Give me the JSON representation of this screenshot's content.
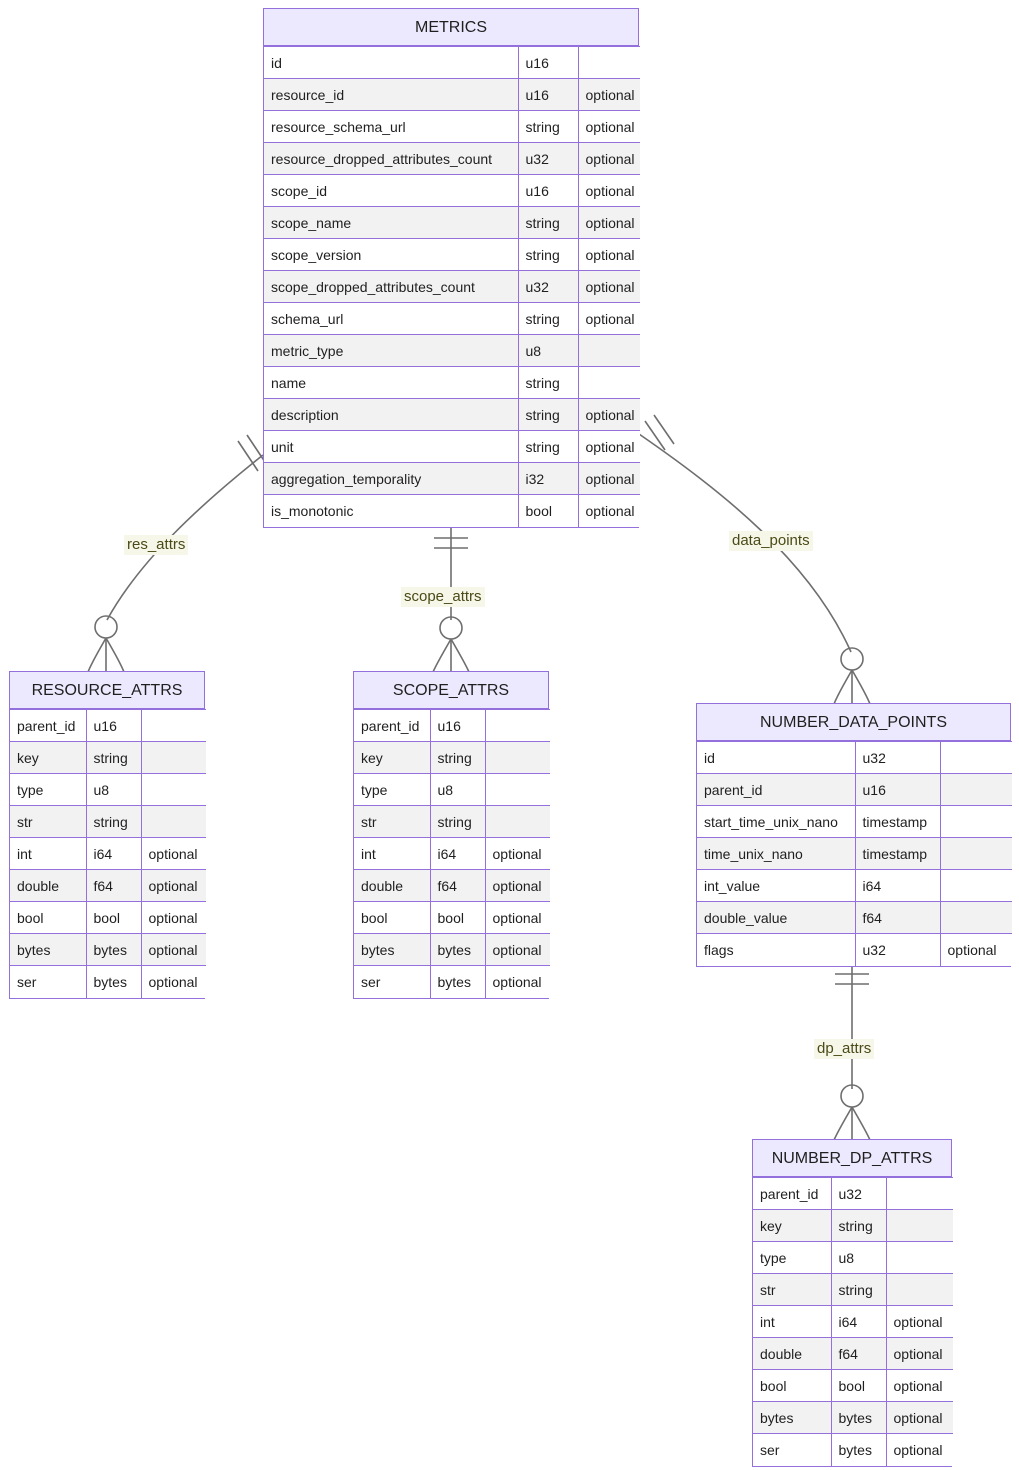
{
  "diagram": {
    "type": "entity-relationship-diagram",
    "notation": "crow's-foot",
    "colors": {
      "entity_border": "#9370DB",
      "entity_header_fill": "#ECE8FD",
      "row_alt_fill": "#F2F2F2",
      "row_fill": "#FFFFFF",
      "link_stroke": "#6E6E6E",
      "label_text": "#4A4A18",
      "label_fill": "#F7F7E9"
    }
  },
  "entities": [
    {
      "id": "metrics",
      "name": "METRICS",
      "columns": [
        {
          "name": "id",
          "type": "u16",
          "key": ""
        },
        {
          "name": "resource_id",
          "type": "u16",
          "key": "optional"
        },
        {
          "name": "resource_schema_url",
          "type": "string",
          "key": "optional"
        },
        {
          "name": "resource_dropped_attributes_count",
          "type": "u32",
          "key": "optional"
        },
        {
          "name": "scope_id",
          "type": "u16",
          "key": "optional"
        },
        {
          "name": "scope_name",
          "type": "string",
          "key": "optional"
        },
        {
          "name": "scope_version",
          "type": "string",
          "key": "optional"
        },
        {
          "name": "scope_dropped_attributes_count",
          "type": "u32",
          "key": "optional"
        },
        {
          "name": "schema_url",
          "type": "string",
          "key": "optional"
        },
        {
          "name": "metric_type",
          "type": "u8",
          "key": ""
        },
        {
          "name": "name",
          "type": "string",
          "key": ""
        },
        {
          "name": "description",
          "type": "string",
          "key": "optional"
        },
        {
          "name": "unit",
          "type": "string",
          "key": "optional"
        },
        {
          "name": "aggregation_temporality",
          "type": "i32",
          "key": "optional"
        },
        {
          "name": "is_monotonic",
          "type": "bool",
          "key": "optional"
        }
      ]
    },
    {
      "id": "resource_attrs",
      "name": "RESOURCE_ATTRS",
      "columns": [
        {
          "name": "parent_id",
          "type": "u16",
          "key": ""
        },
        {
          "name": "key",
          "type": "string",
          "key": ""
        },
        {
          "name": "type",
          "type": "u8",
          "key": ""
        },
        {
          "name": "str",
          "type": "string",
          "key": ""
        },
        {
          "name": "int",
          "type": "i64",
          "key": "optional"
        },
        {
          "name": "double",
          "type": "f64",
          "key": "optional"
        },
        {
          "name": "bool",
          "type": "bool",
          "key": "optional"
        },
        {
          "name": "bytes",
          "type": "bytes",
          "key": "optional"
        },
        {
          "name": "ser",
          "type": "bytes",
          "key": "optional"
        }
      ]
    },
    {
      "id": "scope_attrs",
      "name": "SCOPE_ATTRS",
      "columns": [
        {
          "name": "parent_id",
          "type": "u16",
          "key": ""
        },
        {
          "name": "key",
          "type": "string",
          "key": ""
        },
        {
          "name": "type",
          "type": "u8",
          "key": ""
        },
        {
          "name": "str",
          "type": "string",
          "key": ""
        },
        {
          "name": "int",
          "type": "i64",
          "key": "optional"
        },
        {
          "name": "double",
          "type": "f64",
          "key": "optional"
        },
        {
          "name": "bool",
          "type": "bool",
          "key": "optional"
        },
        {
          "name": "bytes",
          "type": "bytes",
          "key": "optional"
        },
        {
          "name": "ser",
          "type": "bytes",
          "key": "optional"
        }
      ]
    },
    {
      "id": "number_data_points",
      "name": "NUMBER_DATA_POINTS",
      "columns": [
        {
          "name": "id",
          "type": "u32",
          "key": ""
        },
        {
          "name": "parent_id",
          "type": "u16",
          "key": ""
        },
        {
          "name": "start_time_unix_nano",
          "type": "timestamp",
          "key": ""
        },
        {
          "name": "time_unix_nano",
          "type": "timestamp",
          "key": ""
        },
        {
          "name": "int_value",
          "type": "i64",
          "key": ""
        },
        {
          "name": "double_value",
          "type": "f64",
          "key": ""
        },
        {
          "name": "flags",
          "type": "u32",
          "key": "optional"
        }
      ]
    },
    {
      "id": "number_dp_attrs",
      "name": "NUMBER_DP_ATTRS",
      "columns": [
        {
          "name": "parent_id",
          "type": "u32",
          "key": ""
        },
        {
          "name": "key",
          "type": "string",
          "key": ""
        },
        {
          "name": "type",
          "type": "u8",
          "key": ""
        },
        {
          "name": "str",
          "type": "string",
          "key": ""
        },
        {
          "name": "int",
          "type": "i64",
          "key": "optional"
        },
        {
          "name": "double",
          "type": "f64",
          "key": "optional"
        },
        {
          "name": "bool",
          "type": "bool",
          "key": "optional"
        },
        {
          "name": "bytes",
          "type": "bytes",
          "key": "optional"
        },
        {
          "name": "ser",
          "type": "bytes",
          "key": "optional"
        }
      ]
    }
  ],
  "relationships": [
    {
      "id": "res_attrs",
      "label": "res_attrs",
      "from": "METRICS",
      "to": "RESOURCE_ATTRS",
      "from_cardinality": "exactly-one",
      "to_cardinality": "zero-or-many"
    },
    {
      "id": "scope_attrs",
      "label": "scope_attrs",
      "from": "METRICS",
      "to": "SCOPE_ATTRS",
      "from_cardinality": "exactly-one",
      "to_cardinality": "zero-or-many"
    },
    {
      "id": "data_points",
      "label": "data_points",
      "from": "METRICS",
      "to": "NUMBER_DATA_POINTS",
      "from_cardinality": "exactly-one",
      "to_cardinality": "zero-or-many"
    },
    {
      "id": "dp_attrs",
      "label": "dp_attrs",
      "from": "NUMBER_DATA_POINTS",
      "to": "NUMBER_DP_ATTRS",
      "from_cardinality": "exactly-one",
      "to_cardinality": "zero-or-many"
    }
  ]
}
